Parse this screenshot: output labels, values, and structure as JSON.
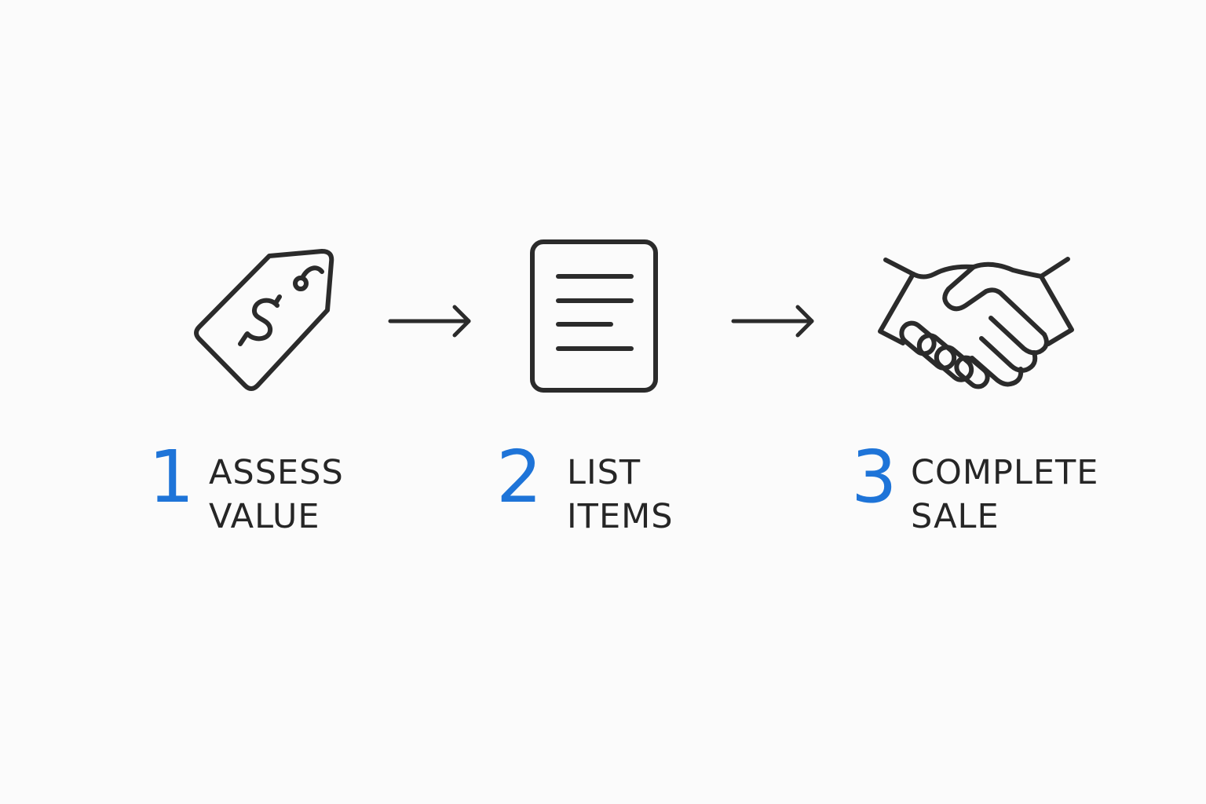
{
  "colors": {
    "background": "#fbfbfb",
    "accent": "#1e74d8",
    "text": "#262626",
    "icon_stroke": "#2b2b2b"
  },
  "steps": [
    {
      "number": "1",
      "label_line1": "ASSESS",
      "label_line2": "VALUE",
      "icon": "price-tag-icon"
    },
    {
      "number": "2",
      "label_line1": "LIST",
      "label_line2": "ITEMS",
      "icon": "document-icon"
    },
    {
      "number": "3",
      "label_line1": "COMPLETE",
      "label_line2": "SALE",
      "icon": "handshake-icon"
    }
  ],
  "connectors": [
    "arrow-right-icon",
    "arrow-right-icon"
  ]
}
